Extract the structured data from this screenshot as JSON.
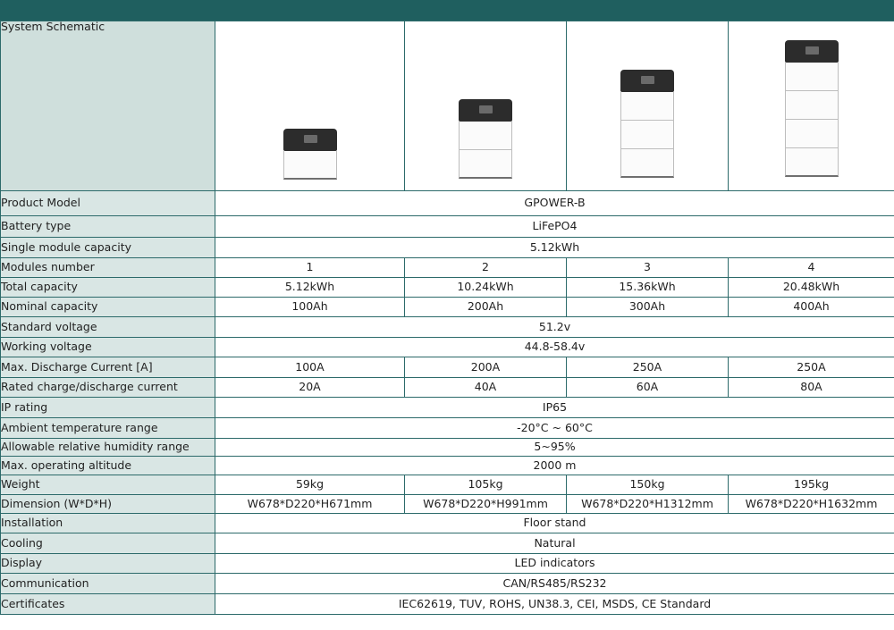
{
  "schematic_label": "System Schematic",
  "modules_label": "Modules number",
  "module_counts": [
    1,
    2,
    3,
    4
  ],
  "rows": [
    {
      "key": "product_model",
      "label": "Product Model",
      "value": "GPOWER-B"
    },
    {
      "key": "battery_type",
      "label": "Battery type",
      "value": "LiFePO4"
    },
    {
      "key": "single_module_capacity",
      "label": "Single module capacity",
      "value": "5.12kWh"
    },
    {
      "key": "total_capacity",
      "label": "Total capacity",
      "values": [
        "5.12kWh",
        "10.24kWh",
        "15.36kWh",
        "20.48kWh"
      ]
    },
    {
      "key": "nominal_capacity",
      "label": "Nominal capacity",
      "values": [
        "100Ah",
        "200Ah",
        "300Ah",
        "400Ah"
      ]
    },
    {
      "key": "standard_voltage",
      "label": "Standard voltage",
      "value": "51.2v"
    },
    {
      "key": "working_voltage",
      "label": "Working voltage",
      "value": "44.8-58.4v"
    },
    {
      "key": "max_discharge_current",
      "label": "Max. Discharge Current [A]",
      "values": [
        "100A",
        "200A",
        "250A",
        "250A"
      ]
    },
    {
      "key": "rated_current",
      "label": "Rated charge/discharge current",
      "values": [
        "20A",
        "40A",
        "60A",
        "80A"
      ]
    },
    {
      "key": "ip_rating",
      "label": "IP rating",
      "value": "IP65"
    },
    {
      "key": "ambient_temp",
      "label": "Ambient temperature range",
      "value": "-20°C ~ 60°C"
    },
    {
      "key": "humidity",
      "label": "Allowable relative humidity range",
      "value": "5~95%"
    },
    {
      "key": "altitude",
      "label": "Max. operating altitude",
      "value": "2000 m"
    },
    {
      "key": "weight",
      "label": "Weight",
      "values": [
        "59kg",
        "105kg",
        "150kg",
        "195kg"
      ]
    },
    {
      "key": "dimension",
      "label": "Dimension (W*D*H)",
      "values": [
        "W678*D220*H671mm",
        "W678*D220*H991mm",
        "W678*D220*H1312mm",
        "W678*D220*H1632mm"
      ]
    },
    {
      "key": "installation",
      "label": "Installation",
      "value": "Floor stand"
    },
    {
      "key": "cooling",
      "label": "Cooling",
      "value": "Natural"
    },
    {
      "key": "display",
      "label": "Display",
      "value": "LED indicators"
    },
    {
      "key": "communication",
      "label": "Communication",
      "value": "CAN/RS485/RS232"
    },
    {
      "key": "certificates",
      "label": "Certificates",
      "value": "IEC62619, TUV, ROHS, UN38.3, CEI, MSDS, CE Standard"
    }
  ],
  "colors": {
    "header": "#1f5f5f",
    "label_bg": "#d9e6e4",
    "border": "#2c6a6a"
  }
}
